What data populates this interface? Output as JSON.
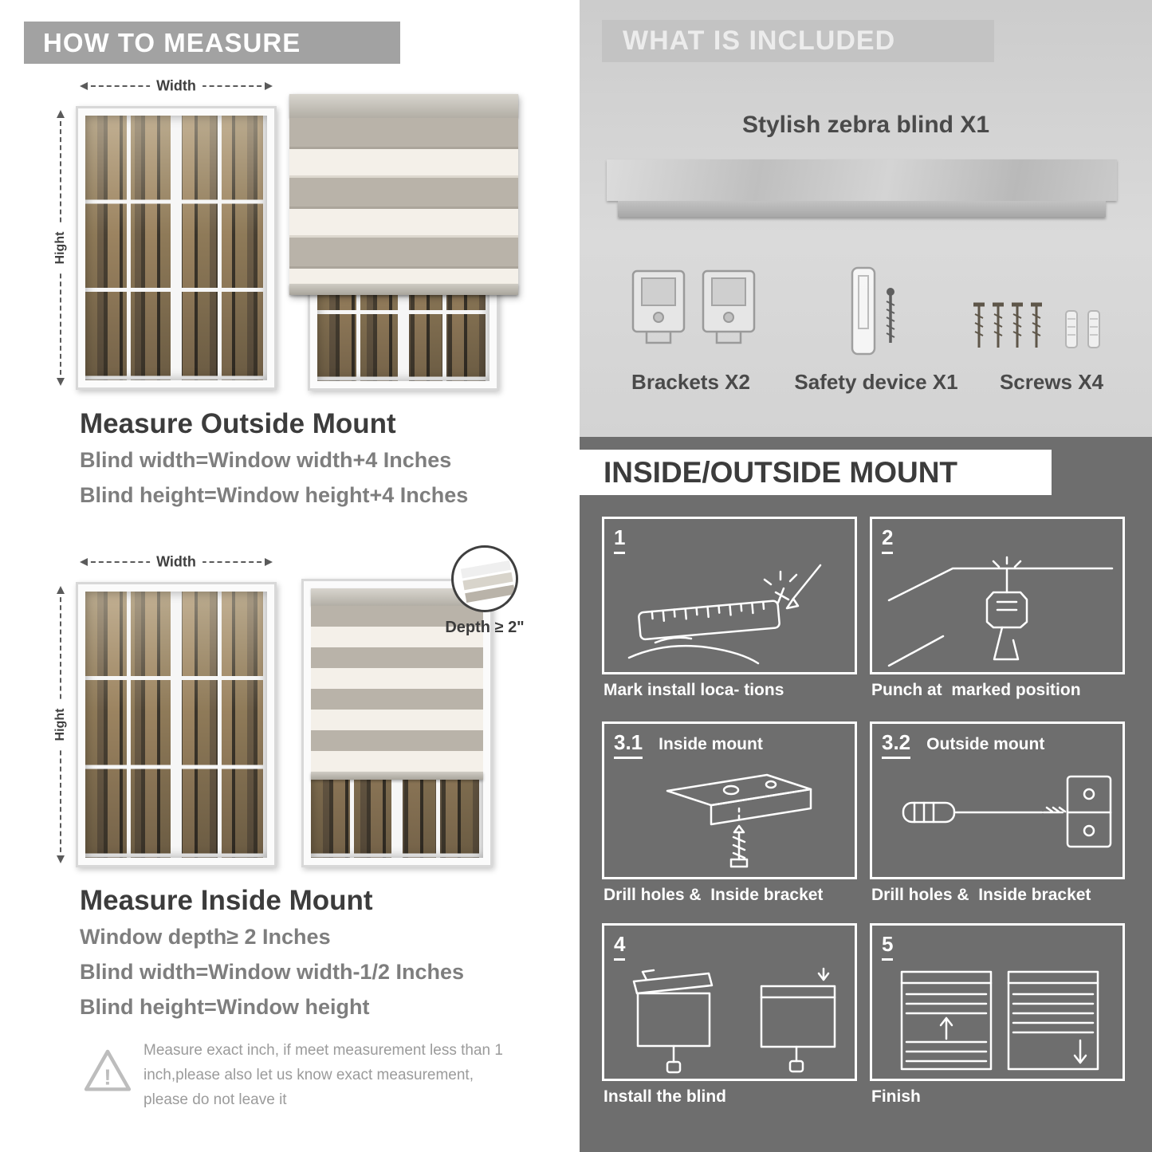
{
  "left": {
    "header": "HOW TO MEASURE",
    "labels": {
      "width": "Width",
      "height": "Hight",
      "depth": "Depth ≥ 2\""
    },
    "outside": {
      "title": "Measure Outside Mount",
      "lines": [
        "Blind width=Window width+4 Inches",
        "Blind height=Window height+4 Inches"
      ]
    },
    "inside": {
      "title": "Measure Inside Mount",
      "lines": [
        "Window depth≥ 2 Inches",
        "Blind width=Window width-1/2 Inches",
        "Blind height=Window height"
      ]
    },
    "warning_icon": "!",
    "warning": "Measure exact inch, if meet measurement less than 1 inch,please also let us know exact measurement, please do not leave it"
  },
  "right": {
    "included": {
      "header": "WHAT IS INCLUDED",
      "product": "Stylish zebra blind X1",
      "items": [
        "Brackets X2",
        "Safety device X1",
        "Screws X4"
      ]
    },
    "mount": {
      "header": "INSIDE/OUTSIDE MOUNT",
      "steps": [
        {
          "num": "1",
          "title": "",
          "caption": "Mark install loca- tions"
        },
        {
          "num": "2",
          "title": "",
          "caption": "Punch at  marked position"
        },
        {
          "num": "3.1",
          "title": "Inside mount",
          "caption": "Drill holes &  Inside bracket"
        },
        {
          "num": "3.2",
          "title": "Outside mount",
          "caption": "Drill holes &  Inside bracket"
        },
        {
          "num": "4",
          "title": "",
          "caption": "Install the blind"
        },
        {
          "num": "5",
          "title": "",
          "caption": "Finish"
        }
      ]
    }
  },
  "colors": {
    "header_gray": "#a2a2a2",
    "included_bg": "#d6d6d6",
    "dark_panel": "#6e6e6e",
    "heading_text": "#3c3c3c",
    "body_text": "#7e7e7e",
    "stripe_taupe": "#b9b3a9",
    "stripe_cream": "#f4f0e9",
    "white": "#ffffff"
  }
}
